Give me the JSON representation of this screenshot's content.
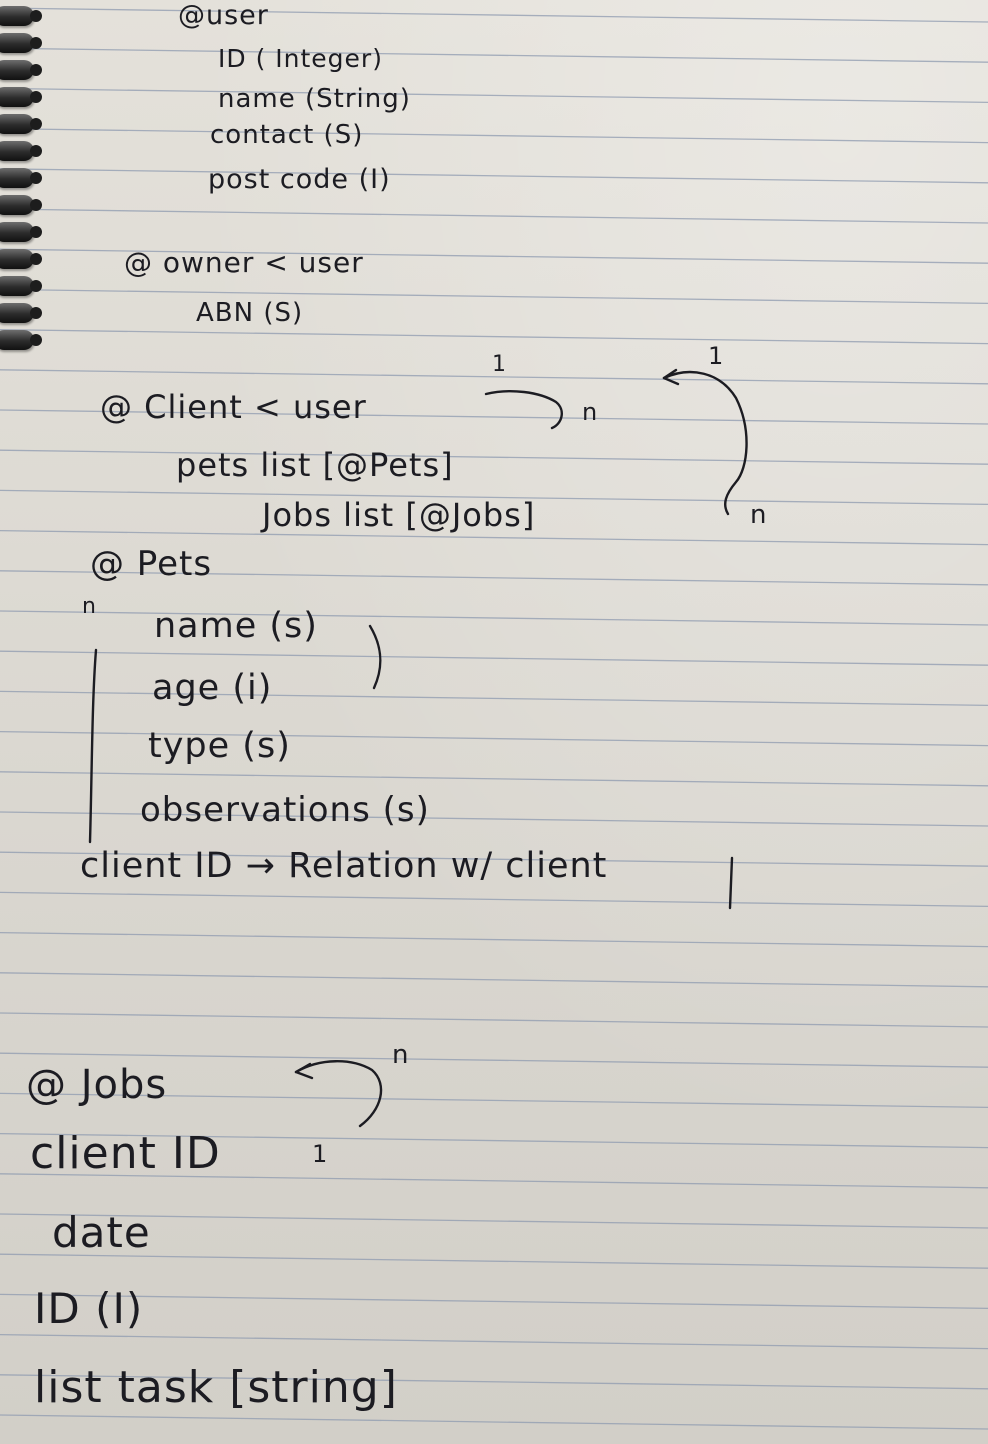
{
  "note": {
    "user_block": {
      "heading": "@user",
      "fields": [
        "ID   ( Integer)",
        "name  (String)",
        "contact  (S)",
        "post code  (I)"
      ]
    },
    "owner_block": {
      "heading": "@ owner  < user",
      "fields": [
        "ABN   (S)"
      ]
    },
    "client_block": {
      "heading": "@ Client  < user",
      "fields": [
        "pets   list  [@Pets]",
        "Jobs  list  [@Jobs]"
      ],
      "cardinality_one_a": "1",
      "cardinality_one_b": "1",
      "cardinality_n_a": "n",
      "cardinality_n_b": "n"
    },
    "pets_block": {
      "heading": "@ Pets",
      "cardinality_n": "n",
      "fields": [
        "name  (s)",
        "age   (i)",
        "type   (s)",
        "observations  (s)"
      ],
      "relation": "client ID  →  Relation w/  client"
    },
    "jobs_block": {
      "heading": "@ Jobs",
      "cardinality_n": "n",
      "cardinality_one": "1",
      "fields": [
        "client ID",
        "date",
        "ID (I)",
        "list task [string]"
      ]
    }
  },
  "colors": {
    "ink": "#1c1c22",
    "paper": "#dedbd4",
    "rule": "#8f9bb0",
    "spiral": "#222222"
  },
  "icons": [
    "spiral-binding",
    "relation-arrow"
  ]
}
